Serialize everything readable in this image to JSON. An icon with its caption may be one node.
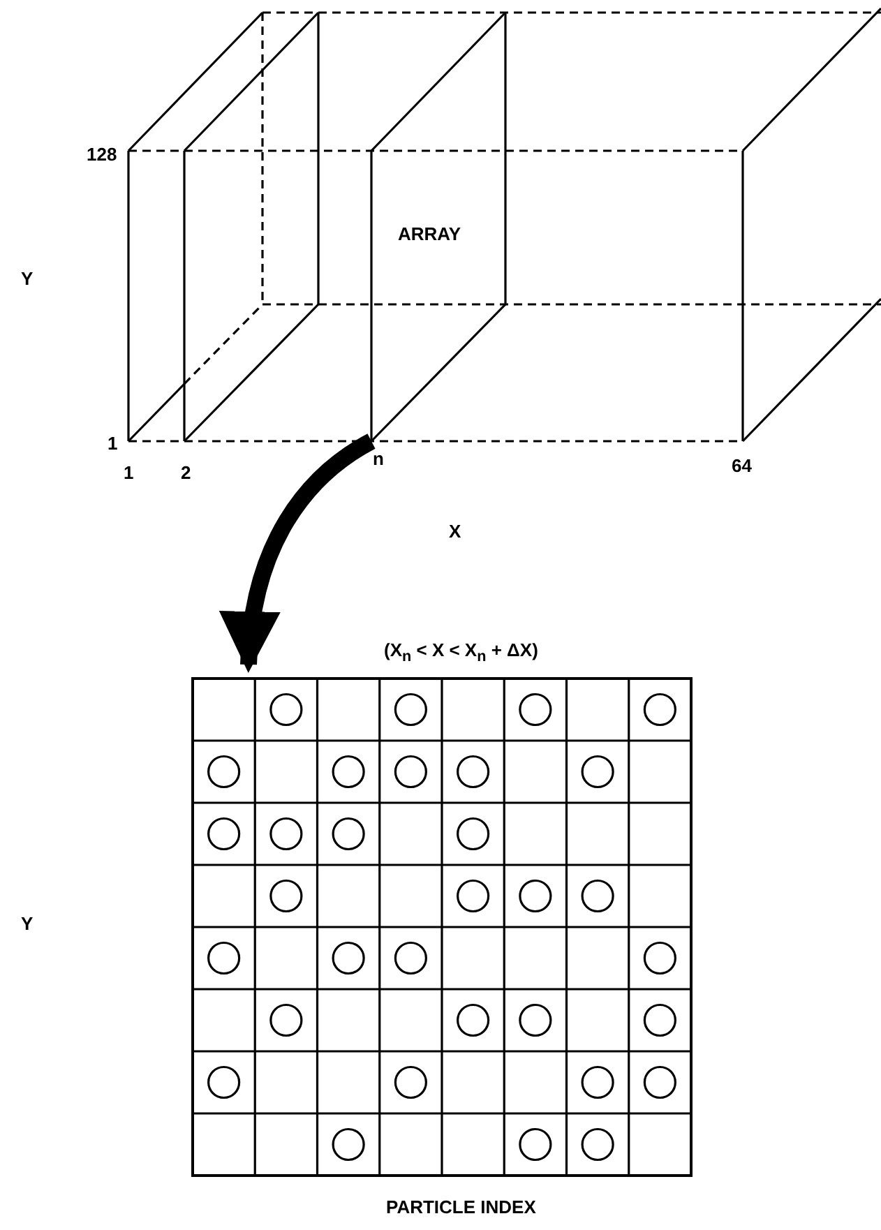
{
  "diagram": {
    "nodes": [
      {
        "text": [
          "ARRAY"
        ]
      },
      {
        "text": [],
        "shape": "box"
      }
    ],
    "edges": [
      {
        "from": 0,
        "to": 1,
        "arrow": "to"
      }
    ],
    "labels": [
      "128",
      "Y",
      "1",
      "1",
      "2",
      "n",
      "64",
      "X",
      "(X$_{n}$ < X < X$_{n}$ + ΔX)",
      "Y",
      "PARTICLE INDEX"
    ]
  }
}
